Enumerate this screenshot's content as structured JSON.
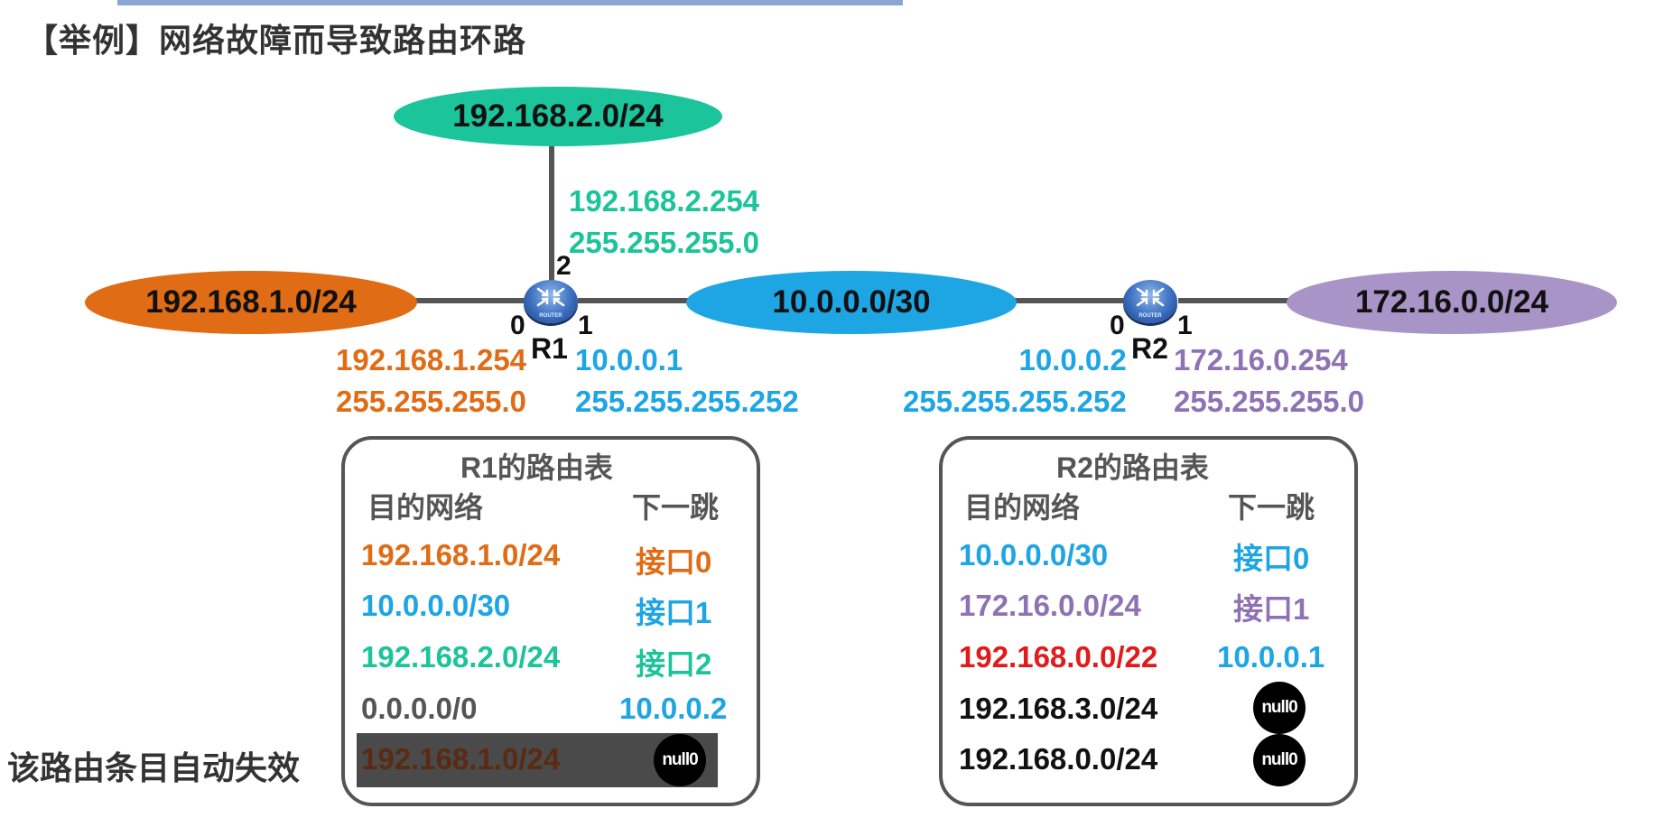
{
  "colors": {
    "orange": "#e06c16",
    "blue": "#1ea5e3",
    "green": "#1cc49b",
    "purple": "#8e72b4",
    "red": "#e01b1b",
    "gray": "#555555",
    "dark": "#111111"
  },
  "title": "【举例】网络故障而导致路由环路",
  "networks": {
    "top": "192.168.2.0/24",
    "left": "192.168.1.0/24",
    "middle": "10.0.0.0/30",
    "right": "172.16.0.0/24"
  },
  "routers": {
    "r1": {
      "name": "R1",
      "icon": "router-icon",
      "icon_caption": "ROUTER",
      "ports": [
        "0",
        "1",
        "2"
      ]
    },
    "r2": {
      "name": "R2",
      "icon": "router-icon",
      "icon_caption": "ROUTER",
      "ports": [
        "0",
        "1"
      ]
    }
  },
  "interfaces": {
    "r1_port2": {
      "ip": "192.168.2.254",
      "mask": "255.255.255.0"
    },
    "r1_port0": {
      "ip": "192.168.1.254",
      "mask": "255.255.255.0"
    },
    "r1_port1": {
      "ip": "10.0.0.1",
      "mask": "255.255.255.252"
    },
    "r2_port0": {
      "ip": "10.0.0.2",
      "mask": "255.255.255.252"
    },
    "r2_port1": {
      "ip": "172.16.0.254",
      "mask": "255.255.255.0"
    }
  },
  "r1_table": {
    "caption": "R1的路由表",
    "col_dest": "目的网络",
    "col_next": "下一跳",
    "rows": [
      {
        "dest": "192.168.1.0/24",
        "next": "接口0"
      },
      {
        "dest": "10.0.0.0/30",
        "next": "接口1"
      },
      {
        "dest": "192.168.2.0/24",
        "next": "接口2"
      },
      {
        "dest": "0.0.0.0/0",
        "next": "10.0.0.2"
      },
      {
        "dest": "192.168.1.0/24",
        "next": "null0",
        "invalid": true
      }
    ]
  },
  "r2_table": {
    "caption": "R2的路由表",
    "col_dest": "目的网络",
    "col_next": "下一跳",
    "rows": [
      {
        "dest": "10.0.0.0/30",
        "next": "接口0"
      },
      {
        "dest": "172.16.0.0/24",
        "next": "接口1"
      },
      {
        "dest": "192.168.0.0/22",
        "next": "10.0.0.1"
      },
      {
        "dest": "192.168.3.0/24",
        "next": "null0"
      },
      {
        "dest": "192.168.0.0/24",
        "next": "null0"
      }
    ]
  },
  "note": "该路由条目自动失效"
}
